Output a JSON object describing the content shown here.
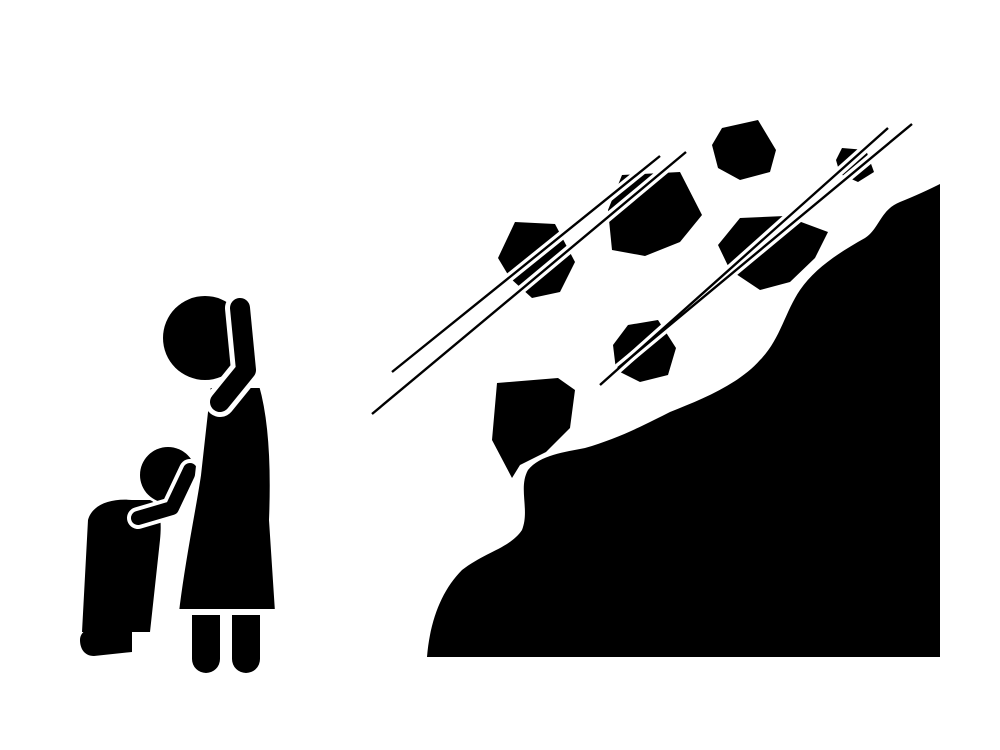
{
  "colors": {
    "background": "#ffffff",
    "ink": "#000000"
  },
  "icons": [
    "rockfall-warning-pictogram",
    "falling-rocks",
    "hillside-slope",
    "adult-figure-shielding-head",
    "child-figure-crouching"
  ]
}
